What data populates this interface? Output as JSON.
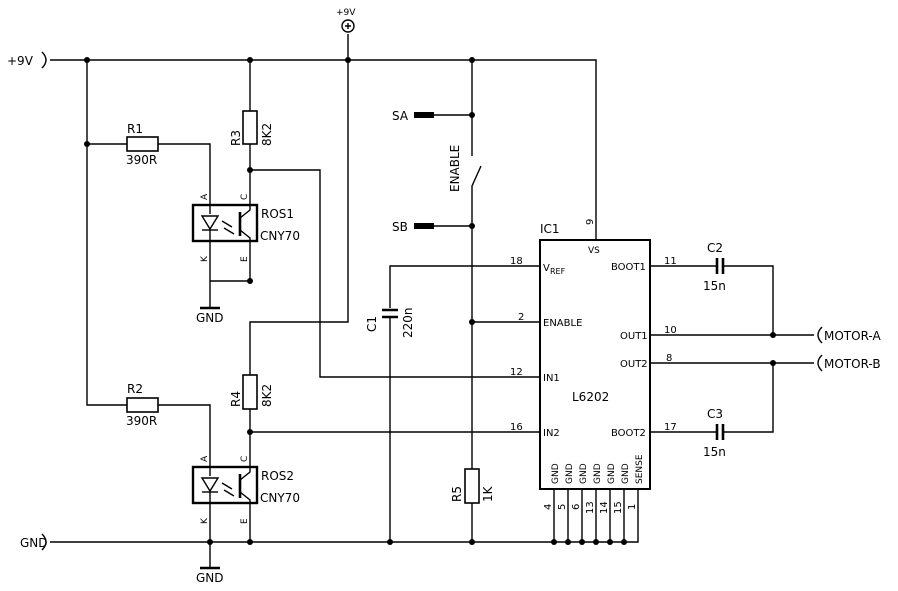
{
  "power": {
    "supply_label": "+9V",
    "supply_symbol_label": "+9V",
    "ground_label": "GND",
    "gnd_symbol_1": "GND",
    "gnd_symbol_2": "GND"
  },
  "resistors": {
    "r1": {
      "name": "R1",
      "value": "390R"
    },
    "r2": {
      "name": "R2",
      "value": "390R"
    },
    "r3": {
      "name": "R3",
      "value": "8K2"
    },
    "r4": {
      "name": "R4",
      "value": "8K2"
    },
    "r5": {
      "name": "R5",
      "value": "1K"
    }
  },
  "sensors": {
    "ros1": {
      "name": "ROS1",
      "part": "CNY70",
      "pin_a": "A",
      "pin_k": "K",
      "pin_c": "C",
      "pin_e": "E"
    },
    "ros2": {
      "name": "ROS2",
      "part": "CNY70",
      "pin_a": "A",
      "pin_k": "K",
      "pin_c": "C",
      "pin_e": "E"
    }
  },
  "switch": {
    "contact_a": "SA",
    "contact_b": "SB",
    "label": "ENABLE"
  },
  "capacitors": {
    "c1": {
      "name": "C1",
      "value": "220n"
    },
    "c2": {
      "name": "C2",
      "value": "15n"
    },
    "c3": {
      "name": "C3",
      "value": "15n"
    }
  },
  "ic": {
    "ref": "IC1",
    "part": "L6202",
    "pin_vs": "VS",
    "pin_vref_main": "V",
    "pin_vref_sub": "REF",
    "pin_enable": "ENABLE",
    "pin_in1": "IN1",
    "pin_in2": "IN2",
    "pin_boot1": "BOOT1",
    "pin_out1": "OUT1",
    "pin_out2": "OUT2",
    "pin_boot2": "BOOT2",
    "bottom_pins": [
      "GND",
      "GND",
      "GND",
      "GND",
      "GND",
      "GND",
      "SENSE"
    ],
    "pin_numbers": {
      "vs": "9",
      "vref": "18",
      "enable": "2",
      "in1": "12",
      "in2": "16",
      "boot1": "11",
      "out1": "10",
      "out2": "8",
      "boot2": "17",
      "bottom": [
        "4",
        "5",
        "6",
        "13",
        "14",
        "15",
        "1"
      ]
    }
  },
  "outputs": {
    "motor_a": "MOTOR-A",
    "motor_b": "MOTOR-B"
  }
}
